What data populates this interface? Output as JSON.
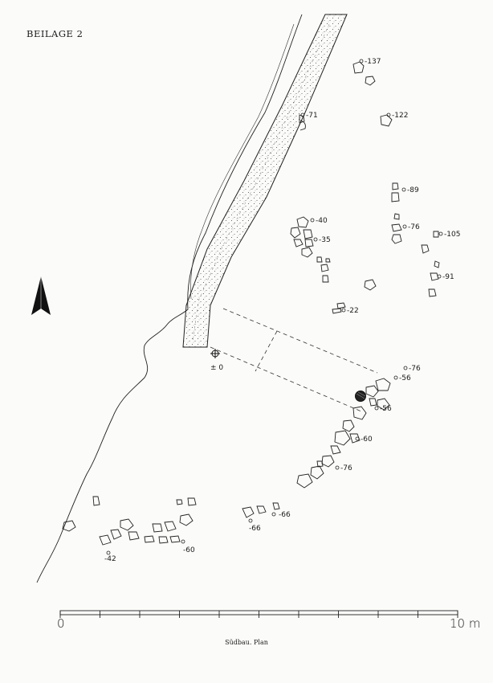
{
  "header": {
    "text": "BEILAGE 2"
  },
  "caption": {
    "text": "Südbau. Plan"
  },
  "scale": {
    "start_label": "0",
    "end_label": "10 m",
    "segments": 10
  },
  "datum": {
    "label": "± 0"
  },
  "elevations": [
    {
      "id": "e1",
      "label": "-137"
    },
    {
      "id": "e2",
      "label": "-122"
    },
    {
      "id": "e3",
      "label": "-71"
    },
    {
      "id": "e4",
      "label": "-89"
    },
    {
      "id": "e5",
      "label": "-76"
    },
    {
      "id": "e6",
      "label": "-105"
    },
    {
      "id": "e7",
      "label": "-91"
    },
    {
      "id": "e8",
      "label": "-40"
    },
    {
      "id": "e9",
      "label": "-35"
    },
    {
      "id": "e10",
      "label": "-22"
    },
    {
      "id": "e11",
      "label": "-76"
    },
    {
      "id": "e12",
      "label": "-56"
    },
    {
      "id": "e13",
      "label": "-56"
    },
    {
      "id": "e14",
      "label": "-60"
    },
    {
      "id": "e15",
      "label": "-76"
    },
    {
      "id": "e16",
      "label": "-66"
    },
    {
      "id": "e17",
      "label": "-66"
    },
    {
      "id": "e18",
      "label": "-60"
    },
    {
      "id": "e19",
      "label": "-42"
    }
  ],
  "icons": {
    "north": "north-arrow-icon",
    "datum": "survey-datum-icon"
  }
}
